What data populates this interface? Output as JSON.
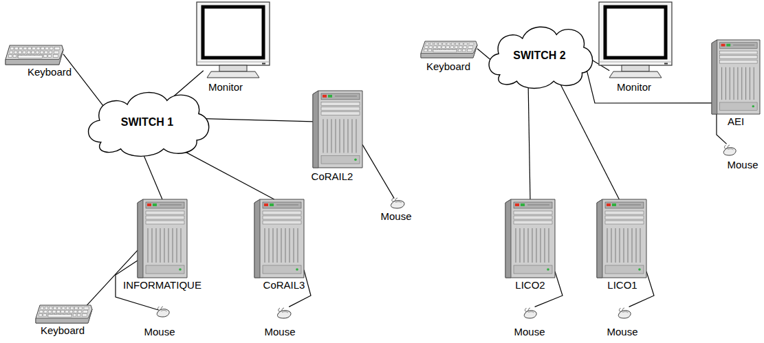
{
  "diagram": {
    "nodes": [
      {
        "text": [
          "Keyboard"
        ]
      },
      {
        "text": [
          "Monitor"
        ]
      },
      {
        "text": [
          "SWITCH 1"
        ]
      },
      {
        "text": [
          "CoRAIL2"
        ]
      },
      {
        "text": [
          "Mouse"
        ]
      },
      {
        "text": [
          "INFORMATIQUE"
        ]
      },
      {
        "text": [
          "CoRAIL3"
        ]
      },
      {
        "text": [
          "Keyboard"
        ]
      },
      {
        "text": [
          "Mouse"
        ]
      },
      {
        "text": [
          "Mouse"
        ]
      },
      {
        "text": [
          "Keyboard"
        ]
      },
      {
        "text": [
          "Monitor"
        ]
      },
      {
        "text": [
          "SWITCH 2"
        ]
      },
      {
        "text": [
          "AEI"
        ]
      },
      {
        "text": [
          "Mouse"
        ]
      },
      {
        "text": [
          "LICO2"
        ]
      },
      {
        "text": [
          "LICO1"
        ]
      },
      {
        "text": [
          "Mouse"
        ]
      },
      {
        "text": [
          "Mouse"
        ]
      }
    ],
    "edges": [
      {
        "from": 0,
        "to": 2,
        "arrow": "none"
      },
      {
        "from": 1,
        "to": 2,
        "arrow": "none"
      },
      {
        "from": 2,
        "to": 3,
        "arrow": "none"
      },
      {
        "from": 3,
        "to": 4,
        "arrow": "none"
      },
      {
        "from": 2,
        "to": 5,
        "arrow": "none"
      },
      {
        "from": 2,
        "to": 6,
        "arrow": "none"
      },
      {
        "from": 5,
        "to": 7,
        "arrow": "none"
      },
      {
        "from": 5,
        "to": 8,
        "arrow": "none"
      },
      {
        "from": 6,
        "to": 9,
        "arrow": "none"
      },
      {
        "from": 10,
        "to": 12,
        "arrow": "none"
      },
      {
        "from": 11,
        "to": 12,
        "arrow": "none"
      },
      {
        "from": 12,
        "to": 13,
        "arrow": "none"
      },
      {
        "from": 13,
        "to": 14,
        "arrow": "none"
      },
      {
        "from": 12,
        "to": 15,
        "arrow": "none"
      },
      {
        "from": 12,
        "to": 16,
        "arrow": "none"
      },
      {
        "from": 15,
        "to": 17,
        "arrow": "none"
      },
      {
        "from": 16,
        "to": 18,
        "arrow": "none"
      }
    ]
  }
}
